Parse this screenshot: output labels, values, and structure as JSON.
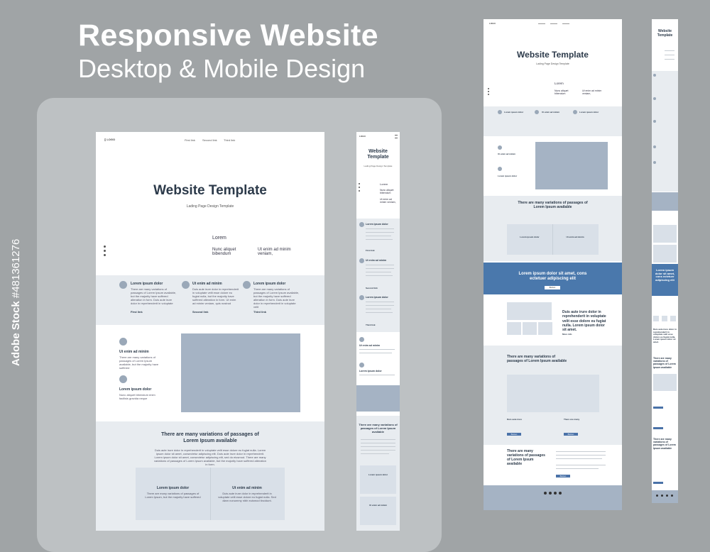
{
  "heading": {
    "title": "Responsive Website",
    "subtitle": "Desktop & Mobile Design"
  },
  "stock": {
    "brand": "Adobe Stock",
    "id": "#481361276"
  },
  "desktop": {
    "logo": "LOGO",
    "nav": [
      "First link",
      "Second link",
      "Third link"
    ],
    "hero_title": "Website Template",
    "hero_subtitle": "Lading Page Design Template",
    "hero_side_title": "Lorem",
    "hero_col1": "Nunc aliquet bibendum",
    "hero_col2": "Ut enim ad minim veniam,",
    "features": [
      {
        "title": "Lorem ipsum dolor",
        "text": "There are many variations of passages of Lorem Ipsum available, but the majority have suffered alteration in form. Duis aute irure dolor in reprehenderit in voluptate",
        "link": "First link"
      },
      {
        "title": "Ut enim ad minim",
        "text": "Duis aute irure dolor in reprehenderit in voluptate velit esse dolore eu fugiat nulla, but the majority have suffered alteration in form. Ut enim ad minim veniam, quis nostrud",
        "link": "Second link"
      },
      {
        "title": "Lorem ipsum dolor",
        "text": "There are many variations of passages of Lorem Ipsum available, but the majority have suffered alteration in form. Duis aute irure dolor in reprehenderit in voluptate velit",
        "link": "Third link"
      }
    ],
    "split": [
      {
        "title": "Ut enim ad minim",
        "text": "There are many variations of passages of Lorem Ipsum available, but the majority have suffered"
      },
      {
        "title": "Lorem ipsum dolor",
        "text": "Nunc aliquet bibendum enim facilisis gravida neque"
      }
    ],
    "variations_title": "There are many variations of passages of Lorem Ipsum available",
    "variations_text": "Duis aute irure dolor in reprehenderit in voluptate velit esse dolore eu fugiat nulla. Lorem ipsum dolor sit amet, consectetur adipiscing elit. Duis aute irure dolor in reprehenderit. Lorem ipsum dolor sit amet, consectetur adipiscing elit, sed do eiusmod. There are many variations of passages of Lorem Ipsum available, but the majority have suffered alteration in form.",
    "cards": [
      {
        "title": "Lorem ipsum dolor",
        "text": "There are many variations of passages of Lorem Ipsum, but the majority have suffered"
      },
      {
        "title": "Ut enim ad minim",
        "text": "Duis aute irure dolor in reprehenderit in voluptate velit esse dolore eu fugiat nulla. Sed diam nonummy nibh euismod tincidunt."
      }
    ]
  },
  "mobile": {
    "logo": "LOGO",
    "hero_title": "Website Template",
    "hero_subtitle": "Lading Page Design Template",
    "hero_side_title": "Lorem",
    "hero_col1": "Nunc aliquet bibendum",
    "hero_col2": "Ut enim ad minim veniam,",
    "features": [
      {
        "title": "Lorem ipsum dolor",
        "link": "First link"
      },
      {
        "title": "Ut enim ad minim",
        "link": "Second link"
      },
      {
        "title": "Lorem ipsum dolor",
        "link": "Third link"
      }
    ],
    "split": [
      "Ut enim ad minim",
      "Lorem ipsum dolor"
    ],
    "variations_title": "There are many variations of passages of Lorem Ipsum available",
    "cards": [
      "Lorem ipsum dolor",
      "Ut enim ad minim"
    ]
  },
  "long_desktop": {
    "logo": "LOGO",
    "hero_title": "Website Template",
    "hero_subtitle": "Lading Page Design Template",
    "hero_side_title": "Lorem",
    "hero_col1": "Nunc aliquet bibendum",
    "hero_col2": "Ut enim ad minim veniam,",
    "features": [
      "Lorem ipsum dolor",
      "Ut enim ad minim",
      "Lorem ipsum dolor"
    ],
    "split": [
      "Ut enim ad minim",
      "Lorem ipsum dolor"
    ],
    "variations_title": "There are many variations of passages of Lorem Ipsum available",
    "cards": [
      "Lorem ipsum dolor",
      "Ut enim ad minim"
    ],
    "banner_title": "Lorem ipsum dolor sit amet, cons ectetuer adipiscing elit",
    "banner_button": "Button",
    "gallery_title": "Duis aute irure dolor in reprehenderit in voluptate velit esse dolore eu fugiat nulla. Lorem ipsum dolor sit amet.",
    "gallery_link": "More info",
    "section2_title": "There are many variations of passages of Lorem Ipsum available",
    "col_titles": [
      "Duis aute irure",
      "There are many"
    ],
    "section3_title": "There are many variations of passages of Lorem Ipsum available",
    "button": "Button"
  },
  "long_mobile": {
    "hero_title": "Website Template",
    "banner_title": "Lorem ipsum dolor sit amet, cons ectetuer adipiscing elit",
    "gallery_title": "Duis aute irure dolor in reprehenderit in voluptate velit esse dolore eu fugiat nulla. Lorem ipsum dolor sit amet.",
    "section2_title": "There are many variations of passages of Lorem Ipsum available",
    "section3_title": "There are many variations of passages of Lorem Ipsum available"
  }
}
